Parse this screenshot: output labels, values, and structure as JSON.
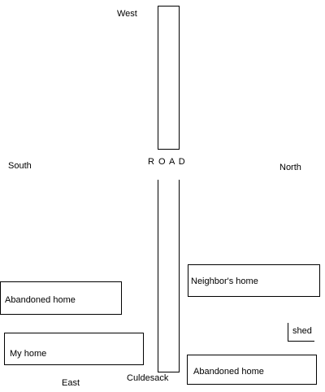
{
  "directions": {
    "west": "West",
    "south": "South",
    "north": "North",
    "east": "East"
  },
  "road": {
    "label": "R O A D",
    "end_label": "Culdesack"
  },
  "buildings": {
    "abandoned_home_left": "Abandoned home",
    "my_home": "My home",
    "neighbors_home": "Neighbor's home",
    "shed": "shed",
    "abandoned_home_right": "Abandoned home"
  }
}
